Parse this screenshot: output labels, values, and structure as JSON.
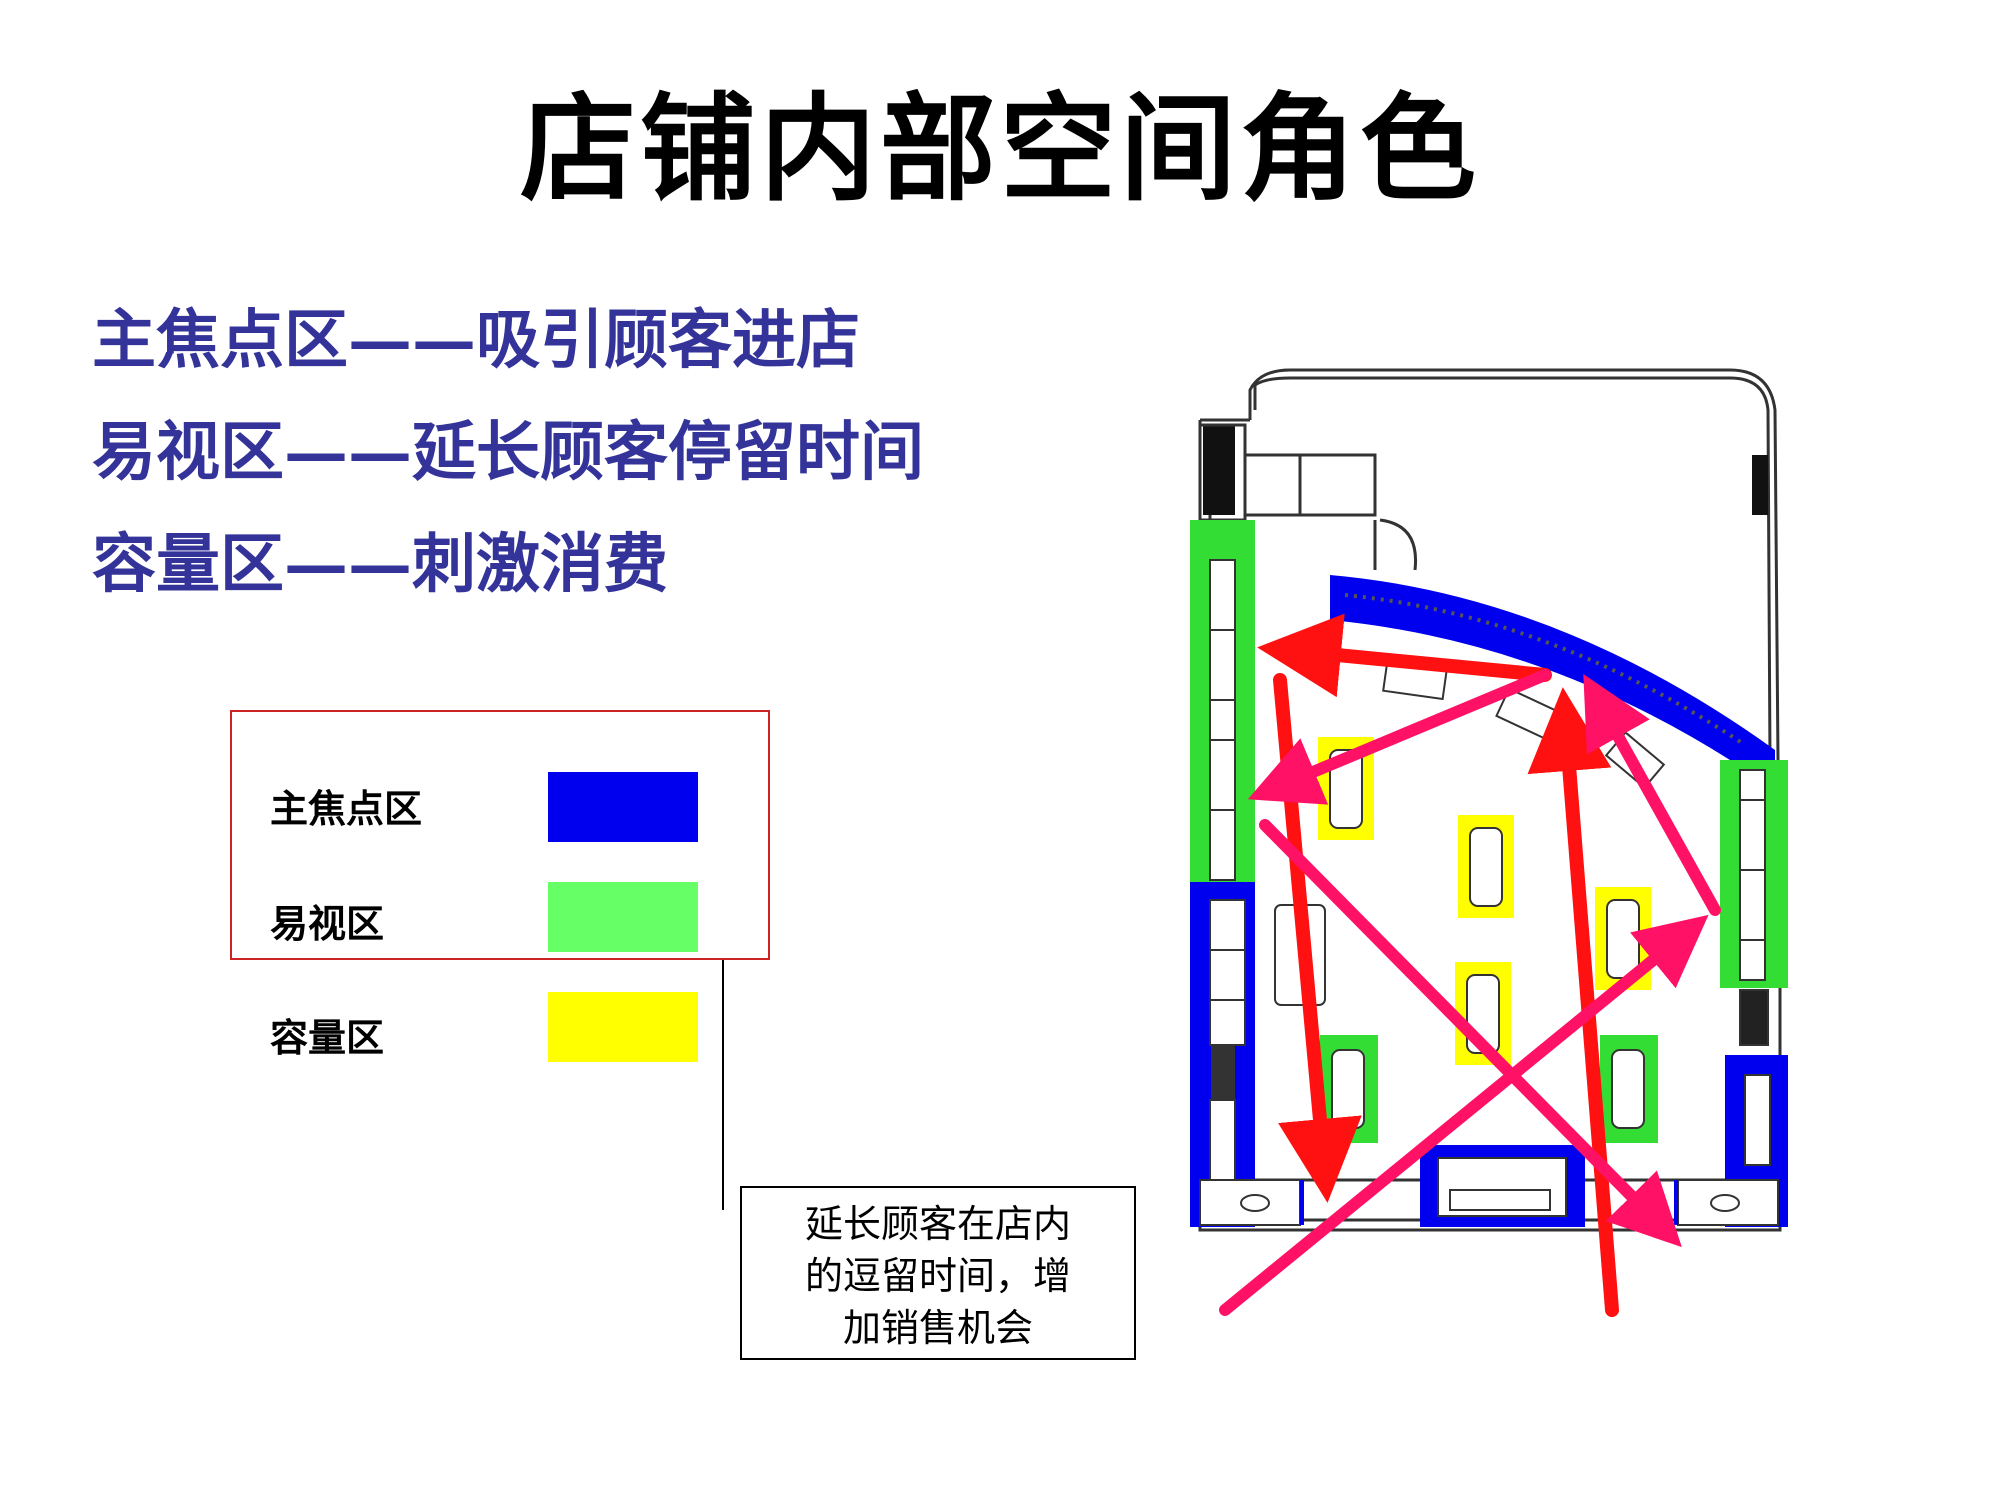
{
  "title": "店铺内部空间角色",
  "roles": [
    "主焦点区——吸引顾客进店",
    "易视区——延长顾客停留时间",
    "容量区——刺激消费"
  ],
  "legend": [
    {
      "label": "主焦点区",
      "color": "#0000ee"
    },
    {
      "label": "易视区",
      "color": "#66ff66"
    },
    {
      "label": "容量区",
      "color": "#ffff00"
    }
  ],
  "callout": {
    "line1": "延长顾客在店内",
    "line2": "的逗留时间，增",
    "line3": "加销售机会"
  },
  "colors": {
    "primary_focus": "#0000ee",
    "easy_view": "#33dd33",
    "capacity": "#ffff00",
    "arrow_red": "#ff1111",
    "arrow_pink": "#ff1166"
  }
}
